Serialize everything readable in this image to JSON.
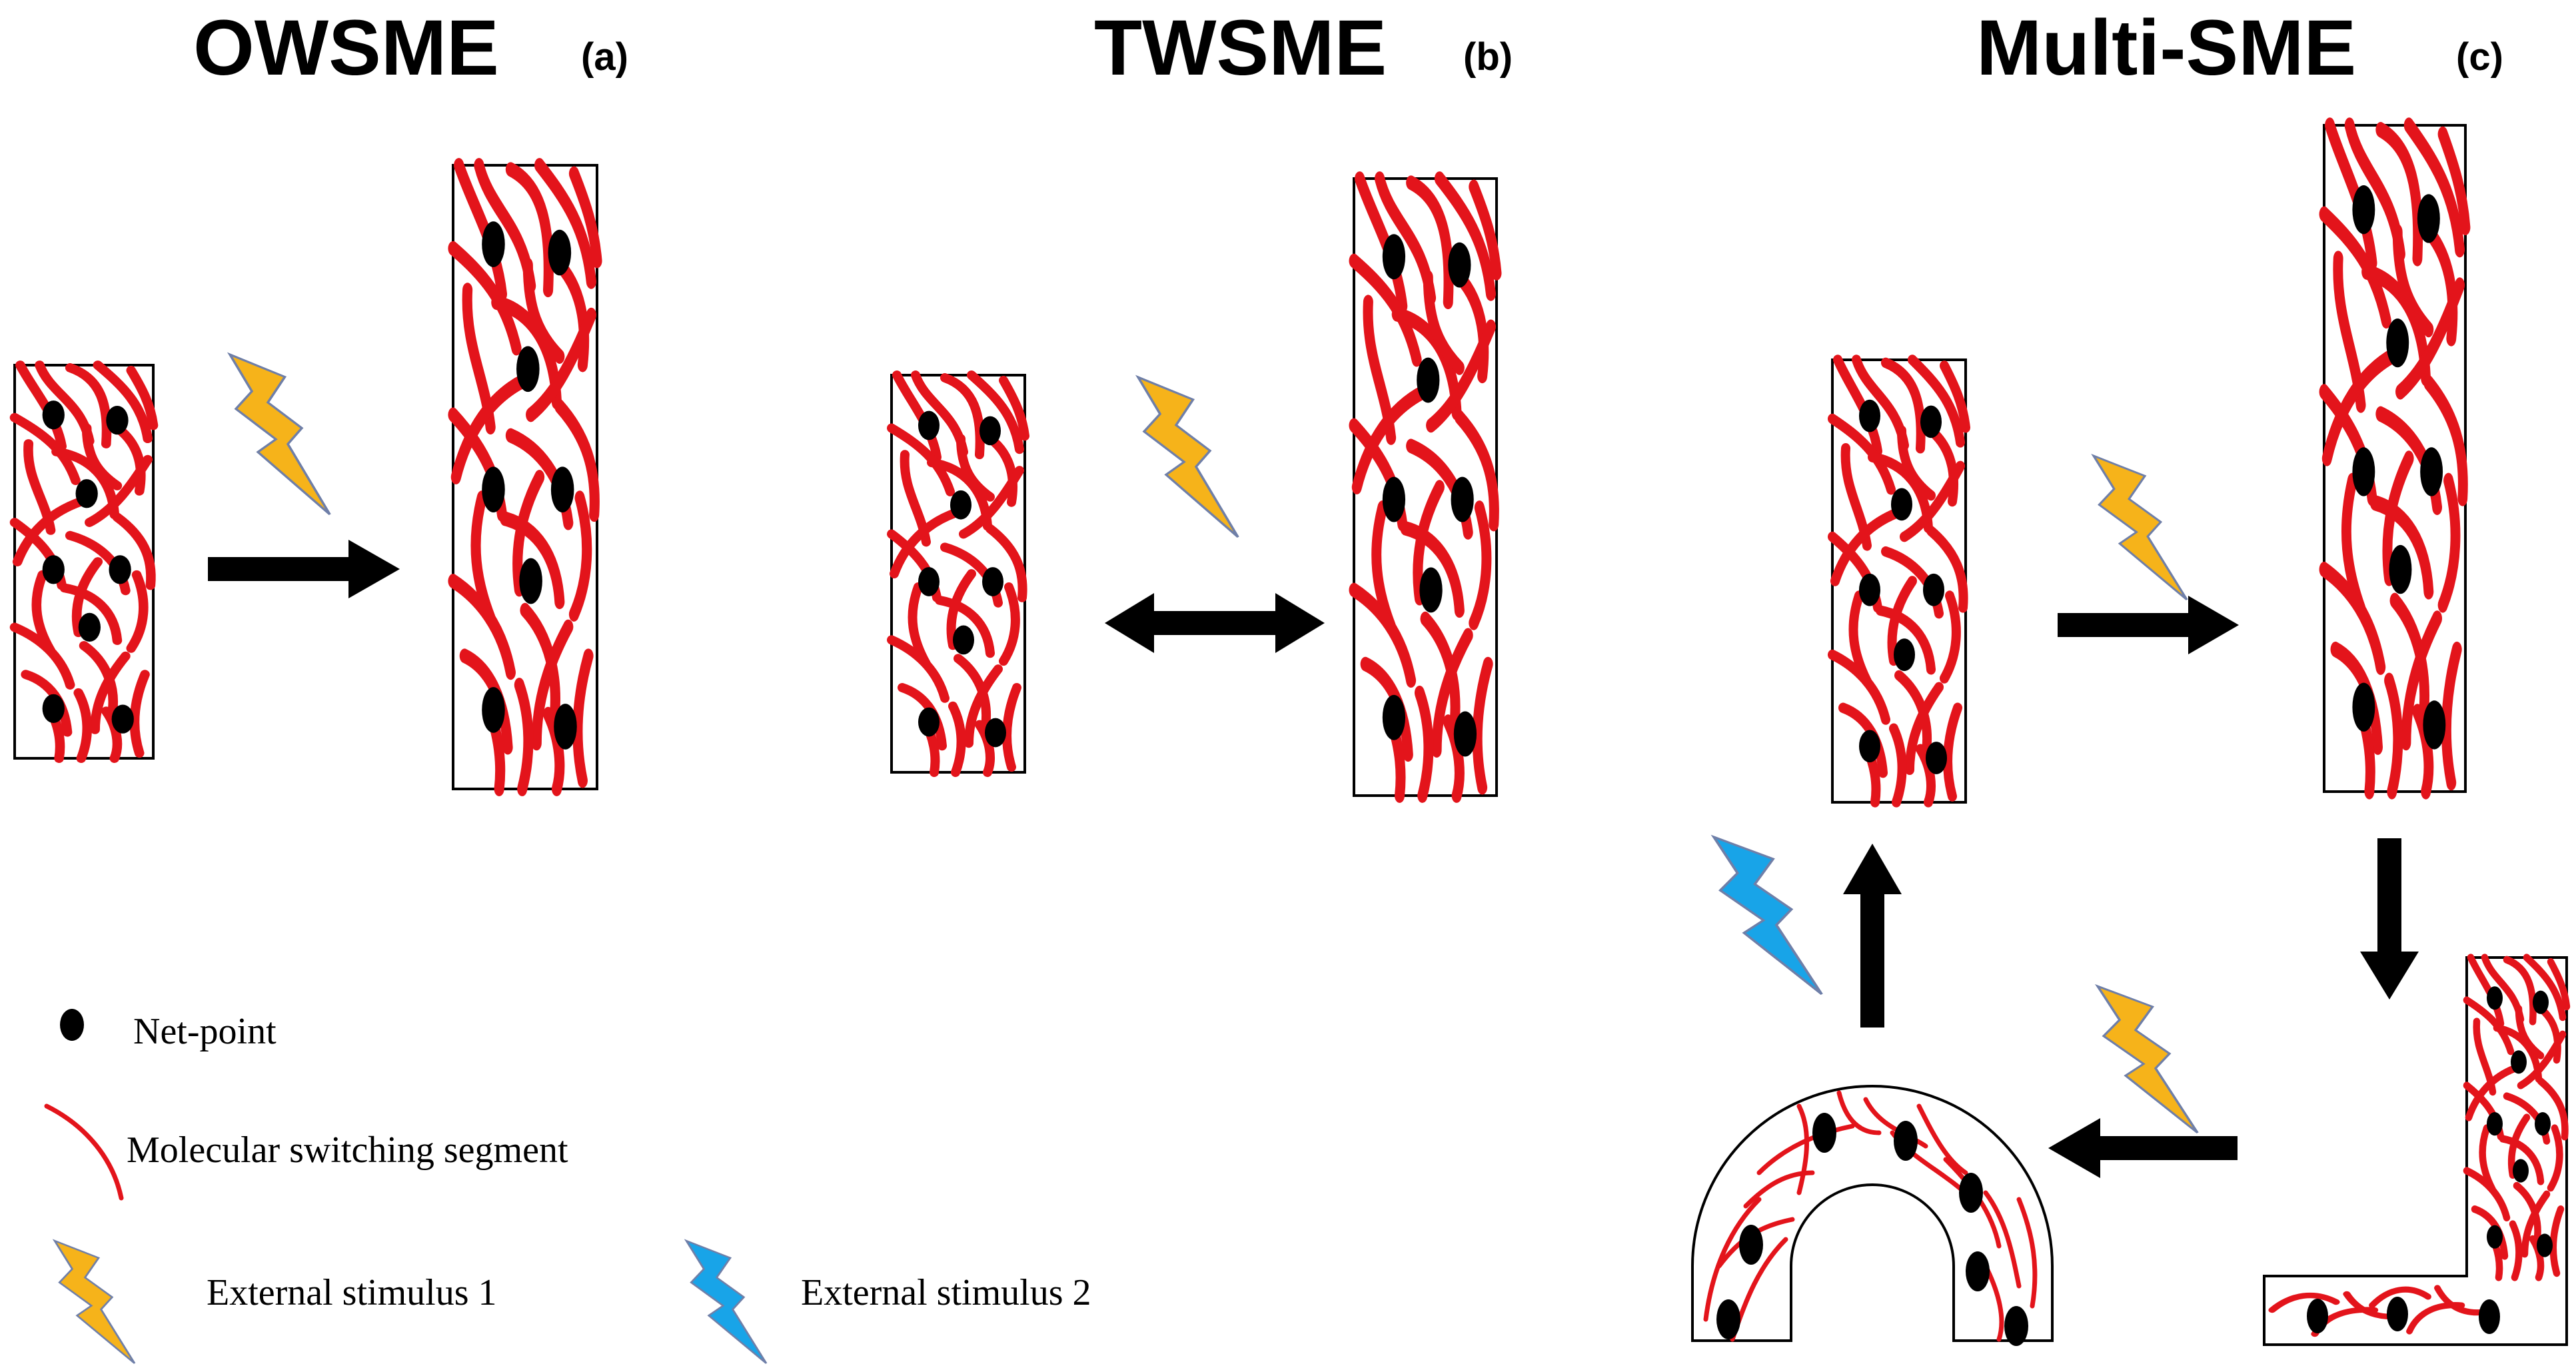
{
  "panels": {
    "a": {
      "title": "OWSME",
      "tag": "(a)"
    },
    "b": {
      "title": "TWSME",
      "tag": "(b)"
    },
    "c": {
      "title": "Multi-SME",
      "tag": "(c)"
    }
  },
  "legend": {
    "net_point": "Net-point",
    "segment": "Molecular switching segment",
    "stimulus1": "External stimulus 1",
    "stimulus2": "External stimulus 2"
  },
  "colors": {
    "segment": "#e3141b",
    "netpoint": "#000000",
    "stimulus1": "#f6b31a",
    "stimulus2": "#18a4e8",
    "bolt_outline": "#6f7fa8",
    "arrow": "#000000",
    "box": "#000000"
  },
  "icons": {
    "stimulus1": "lightning-bolt-icon",
    "stimulus2": "lightning-bolt-icon",
    "net_point": "ellipse-dot-icon",
    "segment": "curved-line-icon"
  }
}
